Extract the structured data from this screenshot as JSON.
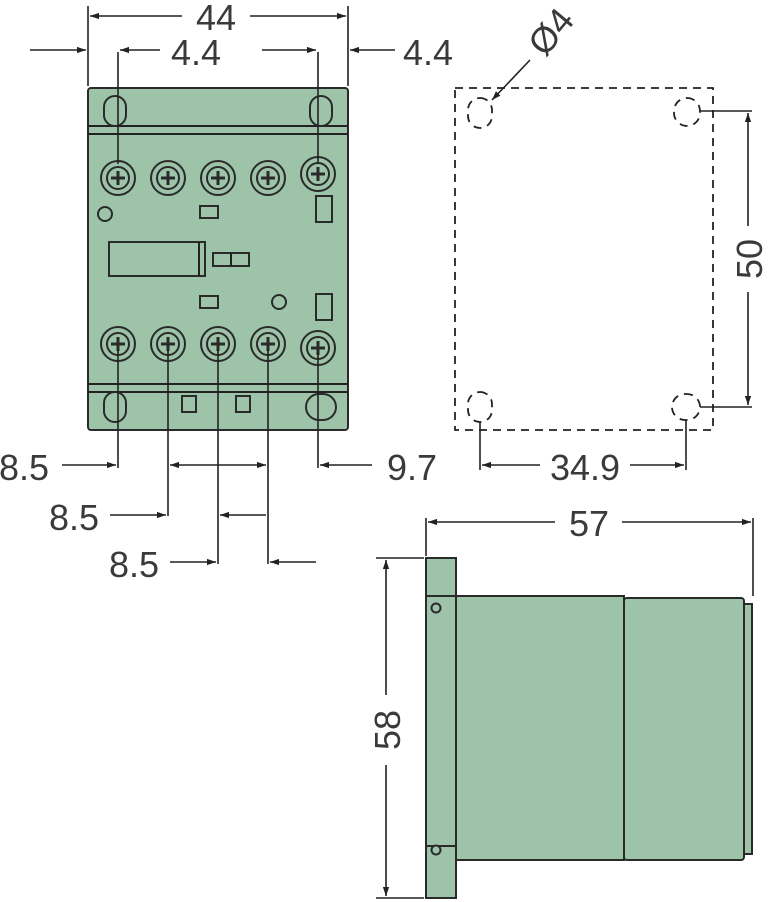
{
  "colors": {
    "body_fill": "#9dc3a9",
    "outline": "#2a2a2a",
    "text": "#3a3a3a"
  },
  "front_view": {
    "width_label": "44",
    "terminal_offset_left_label": "4.4",
    "terminal_offset_right_label": "4.4",
    "pitch_label_1": "8.5",
    "pitch_label_2": "8.5",
    "pitch_label_3": "8.5",
    "right_offset_label": "9.7"
  },
  "mounting_view": {
    "hole_diameter_label": "Ø4",
    "hole_vertical_spacing_label": "50",
    "hole_horizontal_spacing_label": "34.9"
  },
  "side_view": {
    "depth_label": "57",
    "height_label": "58"
  }
}
